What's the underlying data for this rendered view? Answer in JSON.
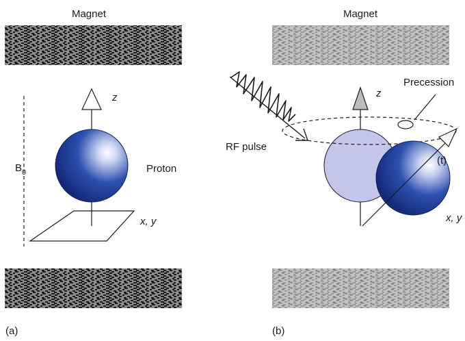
{
  "left_panel": {
    "magnet_label": "Magnet",
    "axis_z_label": "z",
    "b0_label_main": "B",
    "b0_label_sub": "0",
    "proton_label": "Proton",
    "plane_label": "x, y",
    "panel_label": "(a)"
  },
  "right_panel": {
    "magnet_label": "Magnet",
    "axis_z_label": "z",
    "precession_label": "Precession",
    "rf_pulse_label": "RF pulse",
    "time_label": "(t)",
    "plane_label": "x, y",
    "panel_label": "(b)"
  },
  "colors": {
    "magnet_dark": "#111111",
    "magnet_light": "#8a8a8a",
    "proton_blue": "#1f3f9a",
    "ghost_sphere": "#c3c6e8",
    "arrow_gray": "#bdbdbd"
  }
}
